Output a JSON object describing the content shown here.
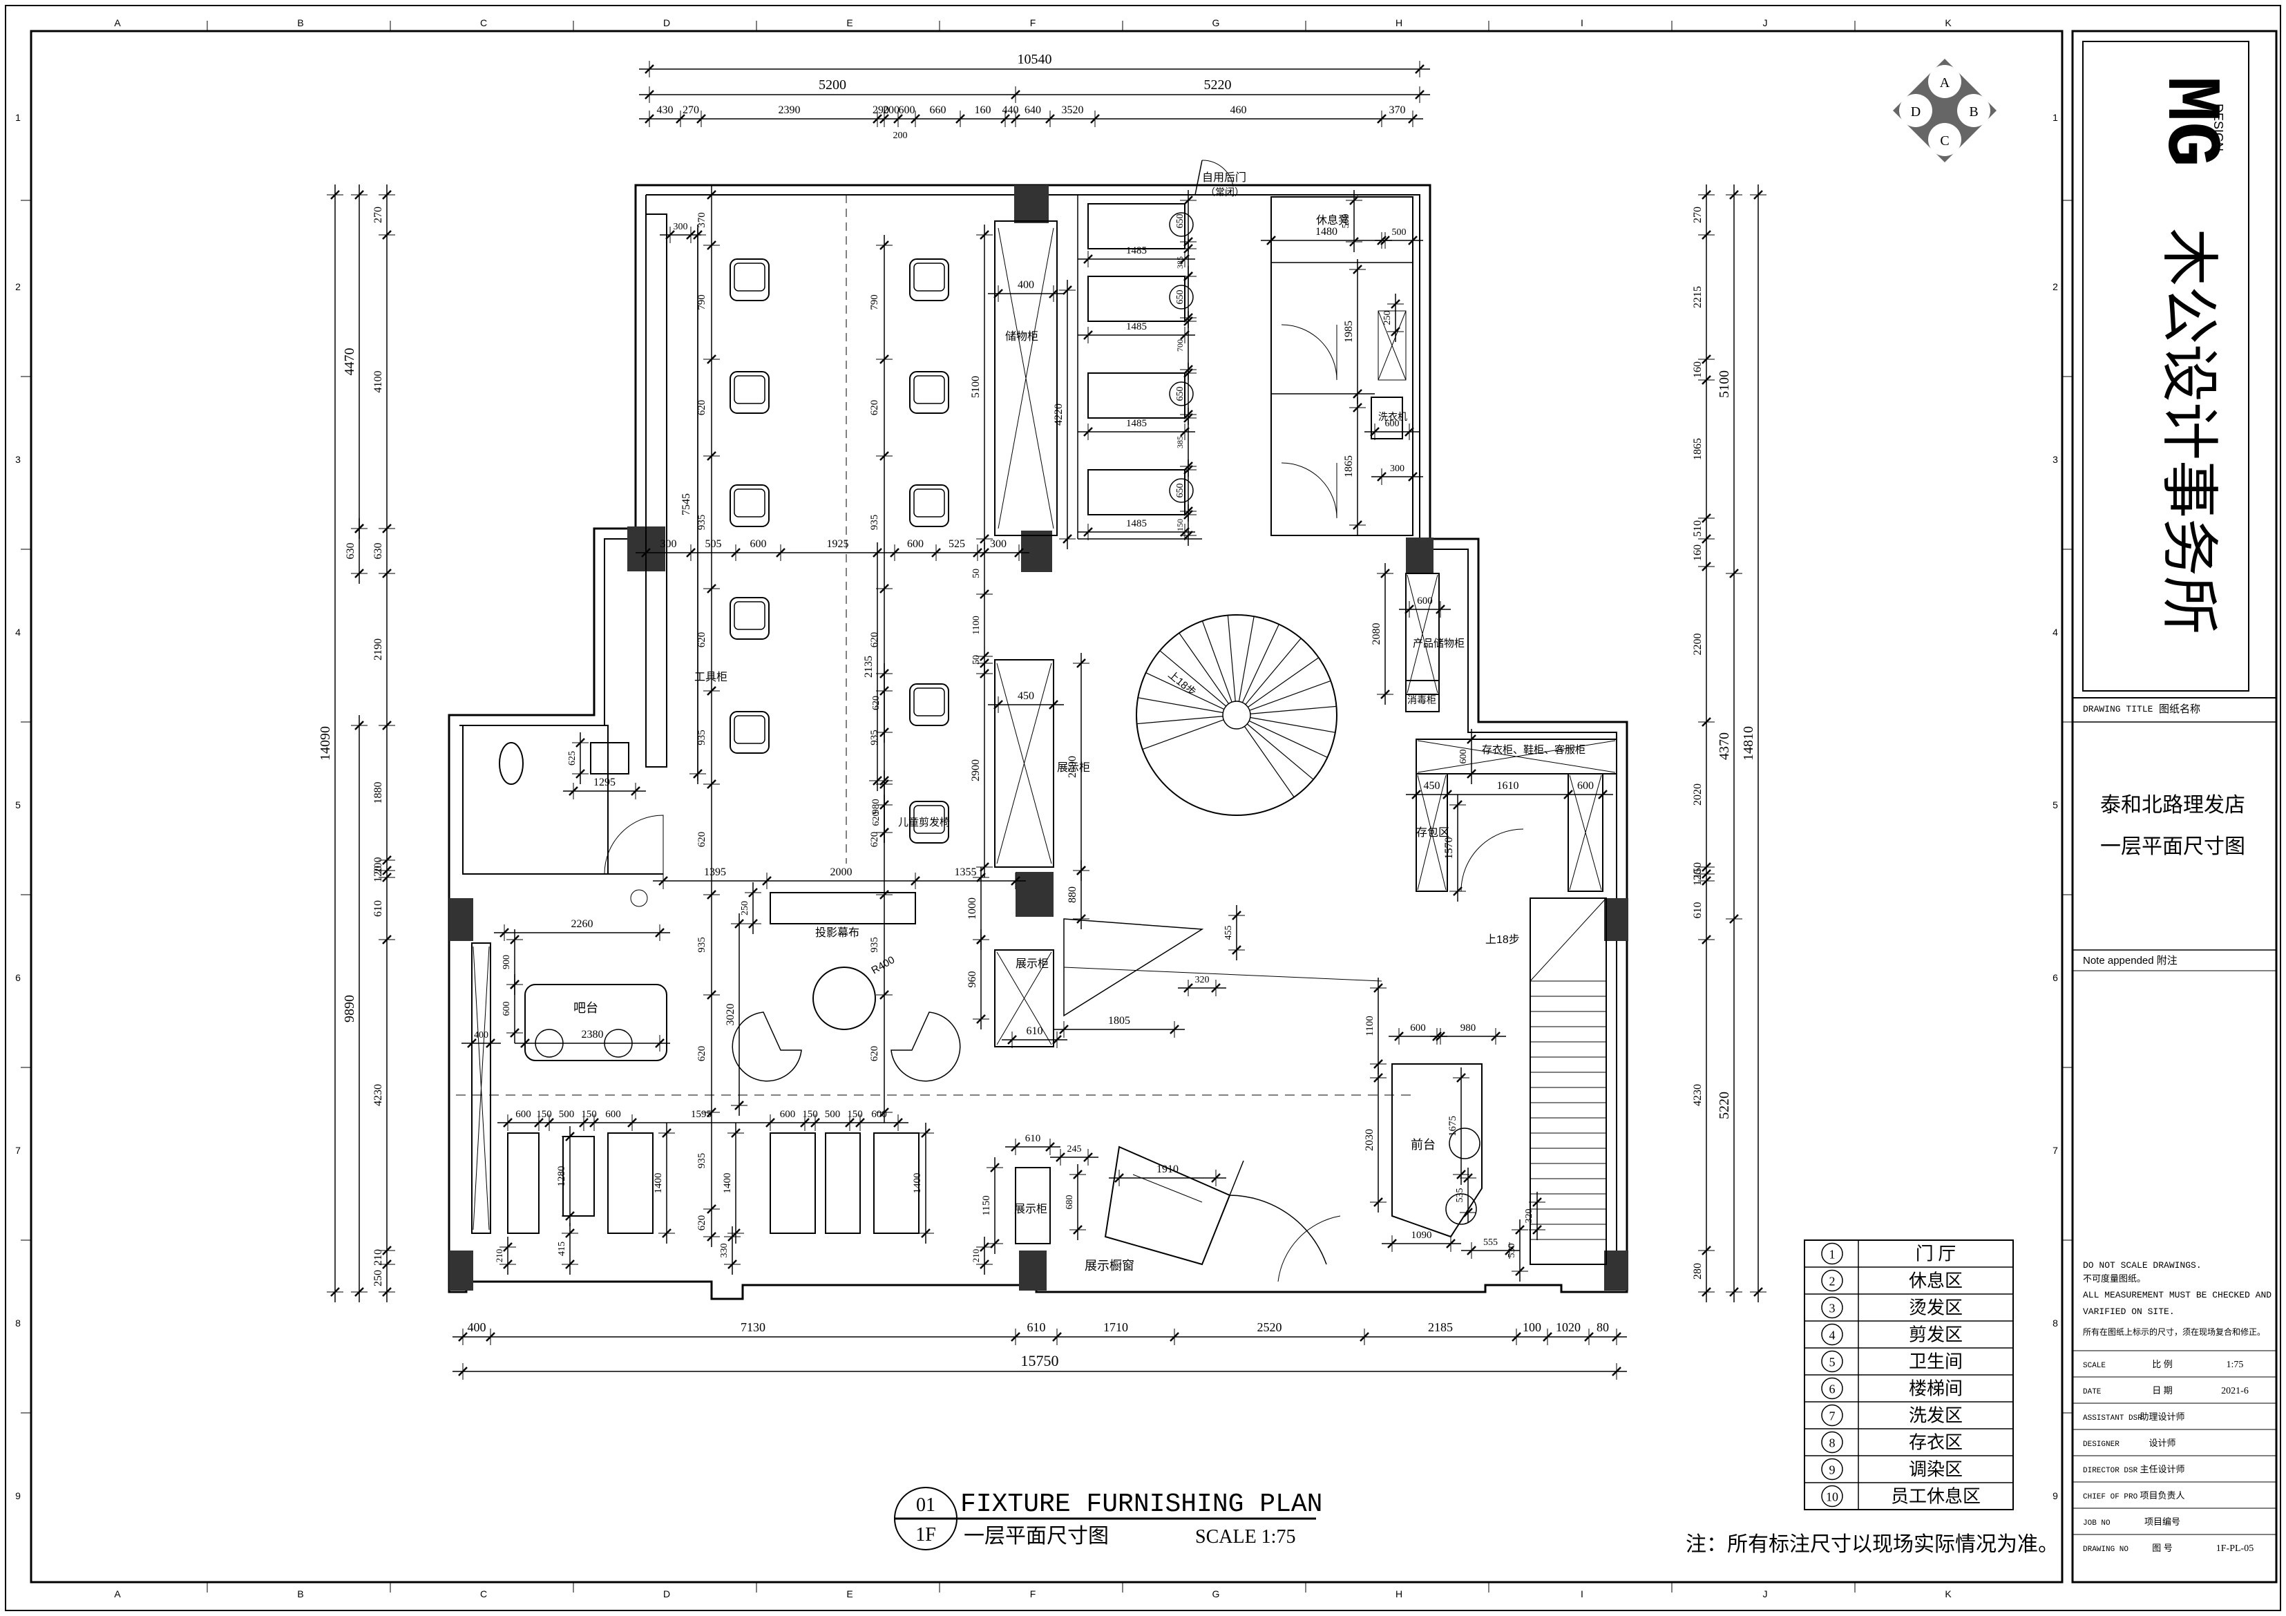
{
  "grid": {
    "columns": [
      "A",
      "B",
      "C",
      "D",
      "E",
      "F",
      "G",
      "H",
      "I",
      "J",
      "K"
    ],
    "rows": [
      "1",
      "2",
      "3",
      "4",
      "5",
      "6",
      "7",
      "8",
      "9"
    ]
  },
  "logo": {
    "letters": [
      "A",
      "B",
      "C",
      "D"
    ]
  },
  "title_block": {
    "company_mark": "MG",
    "company_sub": "DESIGN",
    "company_name": "木公设计事务所",
    "drawing_title_label": "DRAWING TITLE",
    "drawing_title_cn": "图纸名称",
    "project_name": "泰和北路理发店",
    "drawing_name": "一层平面尺寸图",
    "note_label": "Note appended 附注",
    "warn_en1": "DO NOT SCALE DRAWINGS.",
    "warn_cn1": "不可度量图纸。",
    "warn_en2": "ALL MEASUREMENT MUST BE CHECKED AND",
    "warn_en3": "VARIFIED ON SITE.",
    "warn_cn2": "所有在图纸上标示的尺寸，须在现场复合和修正。",
    "rows": [
      {
        "en": "SCALE",
        "cn": "比  例",
        "val": "1:75"
      },
      {
        "en": "DATE",
        "cn": "日  期",
        "val": "2021-6"
      },
      {
        "en": "ASSISTANT DSR",
        "cn": "助理设计师",
        "val": ""
      },
      {
        "en": "DESIGNER",
        "cn": "设计师",
        "val": ""
      },
      {
        "en": "DIRECTOR DSR",
        "cn": "主任设计师",
        "val": ""
      },
      {
        "en": "CHIEF OF PRO",
        "cn": "项目负责人",
        "val": ""
      },
      {
        "en": "JOB NO",
        "cn": "项目编号",
        "val": ""
      },
      {
        "en": "DRAWING NO",
        "cn": "图  号",
        "val": "1F-PL-05"
      }
    ]
  },
  "legend": [
    {
      "num": "1",
      "name": "门 厅"
    },
    {
      "num": "2",
      "name": "休息区"
    },
    {
      "num": "3",
      "name": "烫发区"
    },
    {
      "num": "4",
      "name": "剪发区"
    },
    {
      "num": "5",
      "name": "卫生间"
    },
    {
      "num": "6",
      "name": "楼梯间"
    },
    {
      "num": "7",
      "name": "洗发区"
    },
    {
      "num": "8",
      "name": "存衣区"
    },
    {
      "num": "9",
      "name": "调染区"
    },
    {
      "num": "10",
      "name": "员工休息区"
    }
  ],
  "plan_title": {
    "num_top": "01",
    "num_bottom": "1F",
    "title_en": "FIXTURE FURNISHING PLAN",
    "title_cn": "一层平面尺寸图",
    "scale": "SCALE 1:75"
  },
  "footnote": "注：所有标注尺寸以现场实际情况为准。",
  "dims": {
    "top_total": "10540",
    "top_mid": [
      "5200",
      "5220"
    ],
    "top_detail": [
      "430",
      "270",
      "2390",
      "290",
      "200",
      "600",
      "660",
      "160",
      "440",
      "640",
      "3520",
      "460",
      "370"
    ],
    "top_detail_sub": "200",
    "bottom_total": "15750",
    "bottom_detail": [
      "400",
      "7130",
      "610",
      "1710",
      "2520",
      "2185",
      "100",
      "1020",
      "80"
    ],
    "left_outer": [
      "14090",
      "9890"
    ],
    "left_mid": [
      "4470"
    ],
    "left_inner": [
      "270",
      "4100",
      "630",
      "2190",
      "1880",
      "200",
      "120",
      "610",
      "4230",
      "210",
      "250"
    ],
    "left_630": "630",
    "right_outer": [
      "14810"
    ],
    "right_mid": [
      "5100",
      "4370",
      "5220"
    ],
    "right_inner": [
      "270",
      "2215",
      "160",
      "1865",
      "510",
      "160",
      "2200",
      "2020",
      "150",
      "120",
      "610",
      "4230",
      "280"
    ]
  },
  "labels": {
    "back_door": "自用后门",
    "back_door_sub": "（常闭）",
    "rest_chair": "休息凳",
    "storage": "储物柜",
    "washer": "洗衣机",
    "product_cabinet": "产品储物柜",
    "disinfect_cabinet": "消毒柜",
    "tool_cabinet": "工具柜",
    "display_cabinet": "展示柜",
    "kid_chair": "儿童剪发椅",
    "coat_cabinet": "存衣柜、鞋柜、客服柜",
    "bag_area": "存包区",
    "projection": "投影幕布",
    "bar": "吧台",
    "reception": "前台",
    "display_window": "展示橱窗",
    "stair_up18_a": "上18步",
    "stair_up18_b": "上18步",
    "r_label": "R400"
  },
  "room_dims": {
    "chairs_left": [
      "370",
      "790",
      "620",
      "935",
      "620",
      "935",
      "620",
      "935",
      "620",
      "935",
      "620"
    ],
    "chairs_right": [
      "790",
      "620",
      "935",
      "620",
      "935",
      "620",
      "935",
      "620"
    ],
    "tool_cab_width": "300",
    "cab_depth_1485": [
      "1485",
      "1485",
      "1485",
      "1485"
    ],
    "wash_650": [
      "650",
      "650",
      "650",
      "650"
    ],
    "wash_gap": [
      "385",
      "700",
      "385",
      "150"
    ],
    "rest_room": [
      "1480",
      "500",
      "1985",
      "250",
      "600",
      "1865",
      "300",
      "500"
    ],
    "row_505": [
      "300",
      "505",
      "600",
      "1925",
      "600",
      "525",
      "300"
    ],
    "mid_5100": "5100",
    "mid_4220": "4220",
    "mid_400": "400",
    "mid_7545": "7545",
    "mid_2135": "2135",
    "mid_50": [
      "50",
      "1100",
      "50"
    ],
    "display_450": "450",
    "display_2590": "2590",
    "display_2900": "2900",
    "display_880": "880",
    "d980": "980",
    "d620": [
      "620",
      "620"
    ],
    "proj_row": [
      "1395",
      "2000",
      "1355"
    ],
    "d250": "250",
    "d3020": "3020",
    "d1000": "1000",
    "d960": "960",
    "d610": "610",
    "d1805": "1805",
    "d320": "320",
    "d455": "455",
    "prod_600": "600",
    "prod_2080": "2080",
    "coat_dims": [
      "600",
      "450",
      "1610",
      "600",
      "1570"
    ],
    "toilet_625": "625",
    "toilet_1295": "1295",
    "bar_2260": "2260",
    "bar_900": "900",
    "bar_600": "600",
    "bar_2380": "2380",
    "bar_400": "400",
    "wash_row": [
      "600",
      "150",
      "500",
      "150",
      "600",
      "1595",
      "600",
      "150",
      "500",
      "150",
      "600"
    ],
    "wash_1400": [
      "1400",
      "1400",
      "1400",
      "1400"
    ],
    "wash_1280": "1280",
    "wash_415": "415",
    "wash_330": "330",
    "wash_210": [
      "210",
      "210"
    ],
    "disp_610": "610",
    "disp_245": "245",
    "disp_1910": "1910",
    "disp_680": "680",
    "disp_1150": "1150",
    "rec_600": "600",
    "rec_980": "980",
    "rec_1100": "1100",
    "rec_1675": "1675",
    "rec_2030": "2030",
    "rec_535": "535",
    "rec_1090": "1090",
    "rec_555": "555",
    "rec_530": "530",
    "rec_320": "320"
  }
}
